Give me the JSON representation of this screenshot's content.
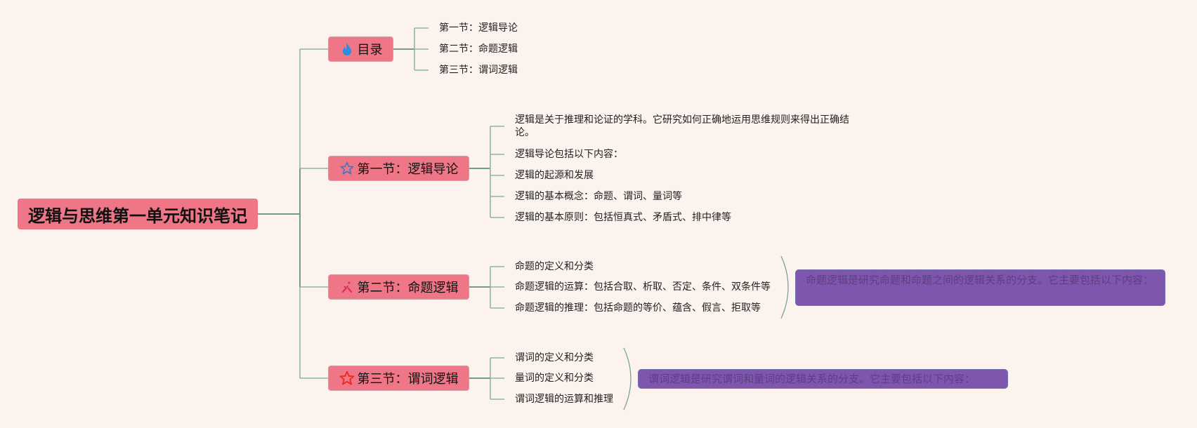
{
  "root": {
    "title": "逻辑与思维第一单元知识笔记"
  },
  "topics": [
    {
      "label": "目录",
      "icon": "fire-icon",
      "children": [
        "第一节：逻辑导论",
        "第二节：命题逻辑",
        "第三节：谓词逻辑"
      ]
    },
    {
      "label": "第一节：逻辑导论",
      "icon": "star-outline-icon",
      "children": [
        "逻辑是关于推理和论证的学科。它研究如何正确地运用思维规则来得出正确结论。",
        "逻辑导论包括以下内容：",
        "逻辑的起源和发展",
        "逻辑的基本概念：命题、谓词、量词等",
        "逻辑的基本原则：包括恒真式、矛盾式、排中律等"
      ]
    },
    {
      "label": "第二节：命题逻辑",
      "icon": "sparkle-icon",
      "children": [
        "命题的定义和分类",
        "命题逻辑的运算：包括合取、析取、否定、条件、双条件等",
        "命题逻辑的推理：包括命题的等价、蕴含、假言、拒取等"
      ],
      "summary": "命题逻辑是研究命题和命题之间的逻辑关系的分支。它主要包括以下内容："
    },
    {
      "label": "第三节：谓词逻辑",
      "icon": "star-red-icon",
      "children": [
        "谓词的定义和分类",
        "量词的定义和分类",
        "谓词逻辑的运算和推理"
      ],
      "summary": "谓词逻辑是研究谓词和量词的逻辑关系的分支。它主要包括以下内容："
    }
  ],
  "colors": {
    "background": "#fdf3ee",
    "node_fill": "#ee7686",
    "summary_fill": "#7f56ad",
    "connector": "#8fb5a5"
  }
}
